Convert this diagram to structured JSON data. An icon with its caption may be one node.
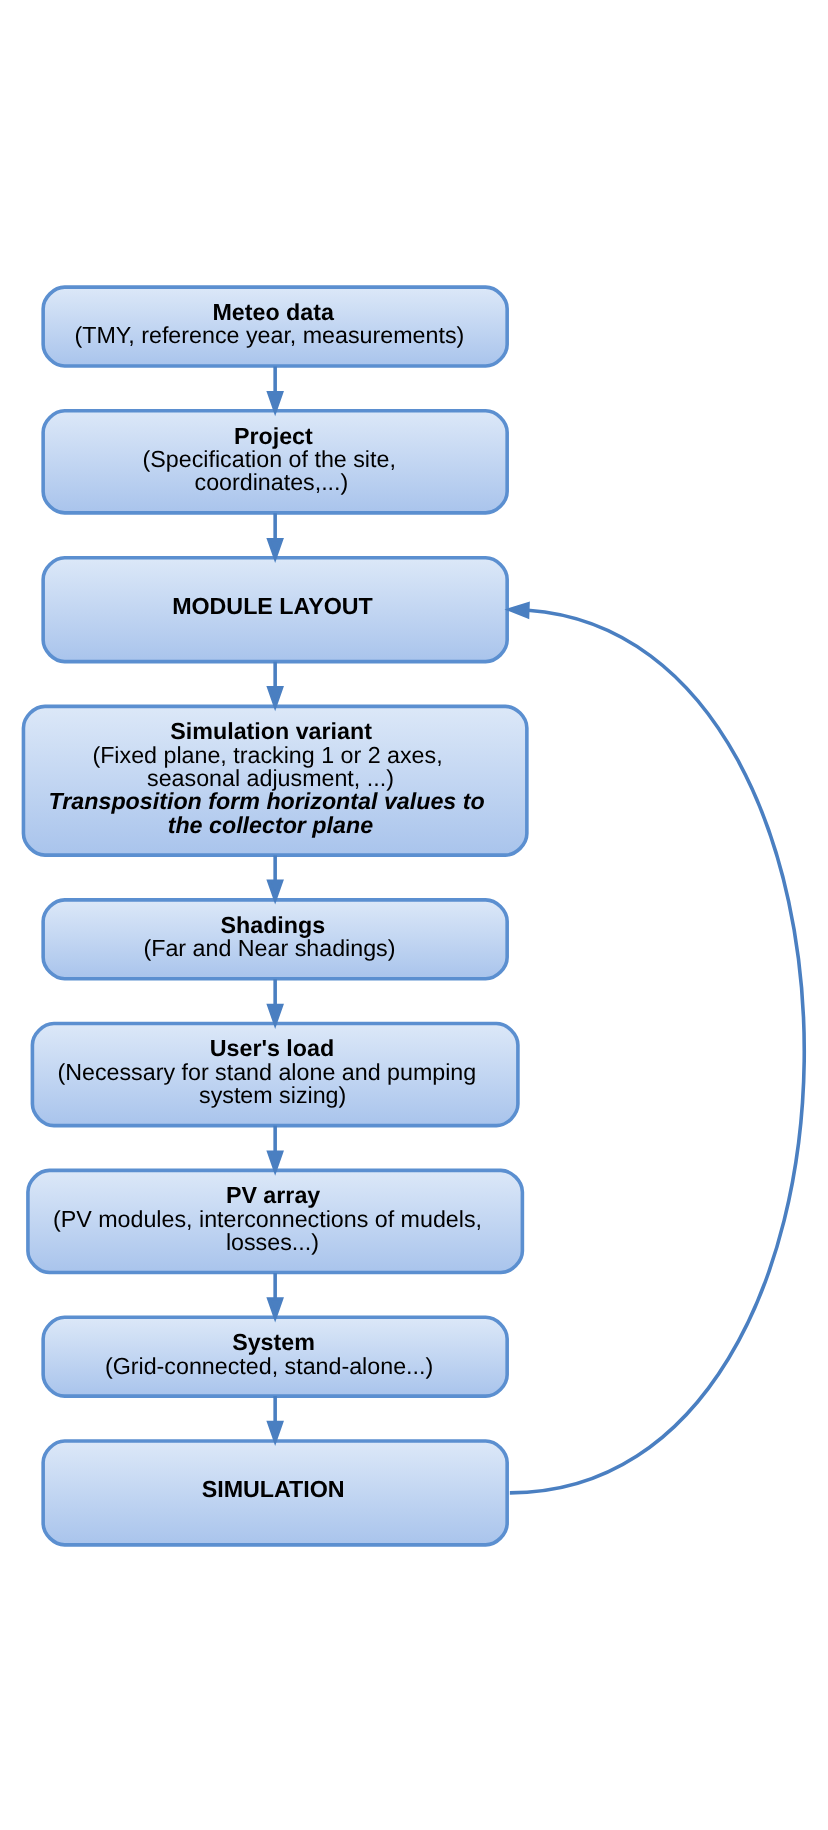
{
  "diagram": {
    "nodes": [
      {
        "text": [
          "Meteo data",
          "(TMY, reference year, measurements)"
        ]
      },
      {
        "text": [
          "Project",
          "(Specification of the site, coordinates,...)"
        ]
      },
      {
        "text": [
          "MODULE LAYOUT"
        ]
      },
      {
        "text": [
          "Simulation variant",
          "(Fixed plane, tracking 1 or 2 axes, seasonal adjusment, ...)",
          "Transposition form horizontal values to the collector plane"
        ]
      },
      {
        "text": [
          "Shadings",
          "(Far and Near shadings)"
        ]
      },
      {
        "text": [
          "User's load",
          "(Necessary for stand alone and pumping system sizing)"
        ]
      },
      {
        "text": [
          "PV array",
          "(PV modules, interconnections of mudels, losses...)"
        ]
      },
      {
        "text": [
          "System",
          "(Grid-connected, stand-alone...)"
        ]
      },
      {
        "text": [
          "SIMULATION"
        ]
      }
    ],
    "edges": [
      {
        "from": 0,
        "to": 1,
        "arrow": "to"
      },
      {
        "from": 1,
        "to": 2,
        "arrow": "to"
      },
      {
        "from": 2,
        "to": 3,
        "arrow": "to"
      },
      {
        "from": 3,
        "to": 4,
        "arrow": "to"
      },
      {
        "from": 4,
        "to": 5,
        "arrow": "to"
      },
      {
        "from": 5,
        "to": 6,
        "arrow": "to"
      },
      {
        "from": 6,
        "to": 7,
        "arrow": "to"
      },
      {
        "from": 7,
        "to": 8,
        "arrow": "to"
      },
      {
        "from": 8,
        "to": 2,
        "arrow": "to"
      }
    ]
  }
}
